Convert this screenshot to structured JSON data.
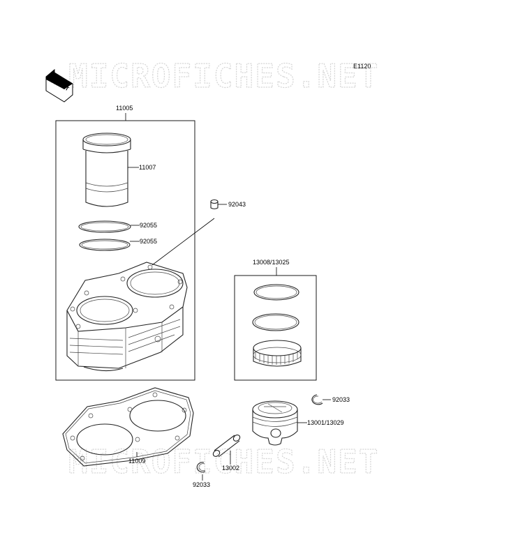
{
  "watermark": "MICROFICHES.NET",
  "diagram_code": "E1120",
  "front_label": "FRONT",
  "labels": {
    "cylinder_assy": "11005",
    "sleeve": "11007",
    "ring_upper": "92055",
    "ring_lower": "92055",
    "dowel_pin": "92043",
    "piston_ring_set": "13008/13025",
    "snap_ring_right": "92033",
    "piston": "13001/13029",
    "gasket": "11009",
    "piston_pin": "13002",
    "snap_ring_left": "92033"
  }
}
